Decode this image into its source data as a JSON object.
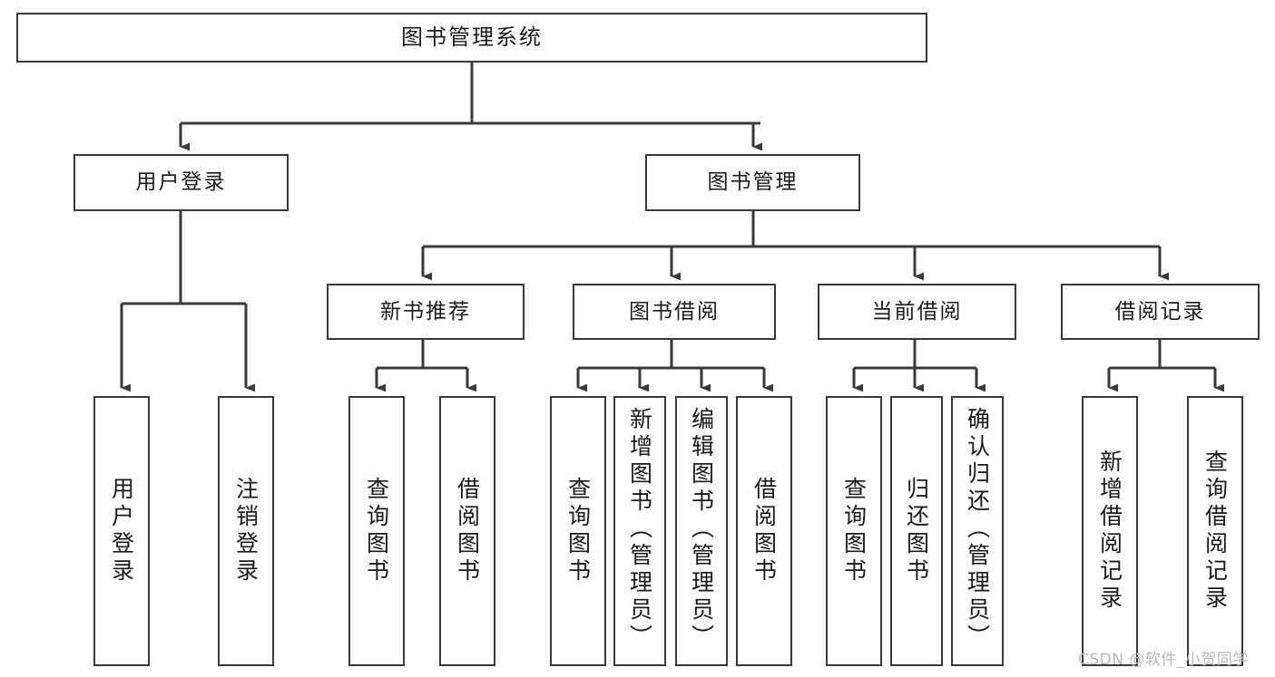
{
  "diagram": {
    "title": "图书管理系统",
    "type": "tree-hierarchy",
    "root": {
      "label": "图书管理系统"
    },
    "level2": [
      {
        "label": "用户登录"
      },
      {
        "label": "图书管理"
      }
    ],
    "level3": [
      {
        "label": "新书推荐"
      },
      {
        "label": "图书借阅"
      },
      {
        "label": "当前借阅"
      },
      {
        "label": "借阅记录"
      }
    ],
    "leaves": {
      "user_login": [
        {
          "label": "用户登录"
        },
        {
          "label": "注销登录"
        }
      ],
      "new_book": [
        {
          "label": "查询图书"
        },
        {
          "label": "借阅图书"
        }
      ],
      "book_borrow": [
        {
          "label": "查询图书"
        },
        {
          "label": "新增图书（管理员）"
        },
        {
          "label": "编辑图书（管理员）"
        },
        {
          "label": "借阅图书"
        }
      ],
      "current_borrow": [
        {
          "label": "查询图书"
        },
        {
          "label": "归还图书"
        },
        {
          "label": "确认归还（管理员）"
        }
      ],
      "borrow_record": [
        {
          "label": "新增借阅记录"
        },
        {
          "label": "查询借阅记录"
        }
      ]
    }
  },
  "watermark": {
    "text": "CSDN @软件_小贺同学"
  },
  "colors": {
    "box_border": "#3a3a3a",
    "box_fill": "#ffffff",
    "line": "#3a3a3a",
    "text": "#1a1a1a",
    "watermark": "#b9b9b9",
    "background": "#ffffff"
  }
}
